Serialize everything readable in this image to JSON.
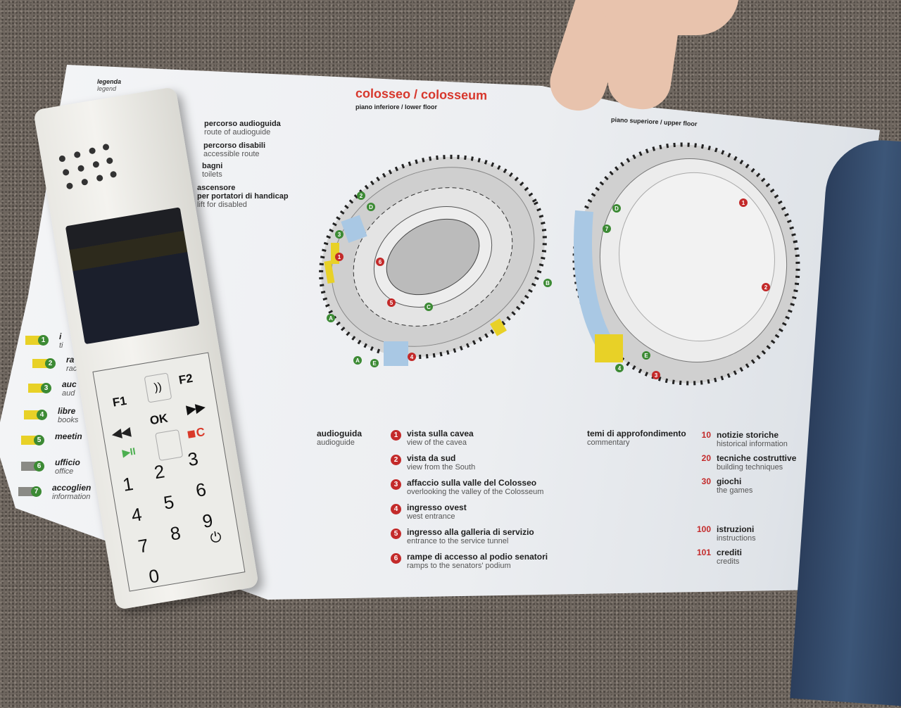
{
  "map": {
    "title": "colosseo / colosseum",
    "lower_floor": "piano inferiore / lower floor",
    "upper_floor": "piano superiore / upper floor",
    "lower_markers": [
      "1",
      "2",
      "3",
      "4",
      "5",
      "6",
      "A",
      "A",
      "B",
      "C",
      "D",
      "E"
    ],
    "upper_markers": [
      "1",
      "2",
      "3",
      "4",
      "D",
      "E",
      "7"
    ]
  },
  "legend": {
    "title": "legenda",
    "subtitle": "legend",
    "items": [
      {
        "it": "percorso audioguida",
        "en": "route of audioguide"
      },
      {
        "it": "percorso disabili",
        "en": "accessible route"
      },
      {
        "it": "bagni",
        "en": "toilets"
      },
      {
        "it": "ascensore",
        "it2": "per portatori di handicap",
        "en": "lift for disabled"
      }
    ],
    "places": [
      {
        "n": "1",
        "it": "i",
        "en": "ti"
      },
      {
        "n": "2",
        "it": "ra",
        "en": "rac"
      },
      {
        "n": "3",
        "it": "auc",
        "en": "aud"
      },
      {
        "n": "4",
        "it": "libre",
        "en": "books"
      },
      {
        "n": "5",
        "it": "meetin",
        "en": ""
      },
      {
        "n": "6",
        "it": "ufficio",
        "en": "office"
      },
      {
        "n": "7",
        "it": "accoglien",
        "en": "information"
      }
    ]
  },
  "audioguide": {
    "title": "audioguida",
    "subtitle": "audioguide",
    "stops": [
      {
        "n": "1",
        "it": "vista sulla cavea",
        "en": "view of the cavea"
      },
      {
        "n": "2",
        "it": "vista da sud",
        "en": "view from the South"
      },
      {
        "n": "3",
        "it": "affaccio sulla valle del Colosseo",
        "en": "overlooking the valley of the Colosseum"
      },
      {
        "n": "4",
        "it": "ingresso ovest",
        "en": "west entrance"
      },
      {
        "n": "5",
        "it": "ingresso alla galleria di servizio",
        "en": "entrance to the service tunnel"
      },
      {
        "n": "6",
        "it": "rampe di accesso al podio senatori",
        "en": "ramps to the senators' podium"
      }
    ]
  },
  "commentary": {
    "title": "temi di approfondimento",
    "subtitle": "commentary",
    "topics": [
      {
        "n": "10",
        "it": "notizie storiche",
        "en": "historical information"
      },
      {
        "n": "20",
        "it": "tecniche costruttive",
        "en": "building techniques"
      },
      {
        "n": "30",
        "it": "giochi",
        "en": "the games"
      },
      {
        "n": "100",
        "it": "istruzioni",
        "en": "instructions"
      },
      {
        "n": "101",
        "it": "crediti",
        "en": "credits"
      }
    ]
  },
  "device": {
    "keys": [
      "1",
      "2",
      "3",
      "4",
      "5",
      "6",
      "7",
      "8",
      "9",
      "0"
    ],
    "f1": "F1",
    "f2": "F2",
    "ok": "OK",
    "rew": "◀◀",
    "ffw": "▶▶",
    "play": "▶II",
    "clear": "C",
    "power": "⏻"
  },
  "colors": {
    "accent_red": "#c32a2a",
    "marker_green": "#3c8a34",
    "yellow": "#e8d127",
    "blue": "#a9c8e4"
  }
}
